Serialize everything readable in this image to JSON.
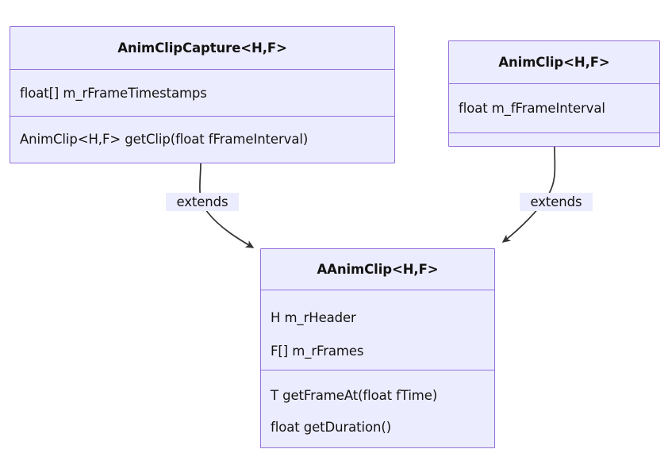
{
  "diagram": {
    "type": "uml-class-diagram",
    "background_color": "#ffffff",
    "node_fill_color": "#ECECFF",
    "node_border_color": "#9370DB",
    "text_color": "#131313",
    "edge_color": "#333333"
  },
  "classes": [
    {
      "id": "animclipcapture",
      "title": "AnimClipCapture<H,F>",
      "attributes": [
        "float[] m_rFrameTimestamps"
      ],
      "methods": [
        "AnimClip<H,F> getClip(float fFrameInterval)"
      ]
    },
    {
      "id": "animclip",
      "title": "AnimClip<H,F>",
      "attributes": [
        "float m_fFrameInterval"
      ],
      "methods": []
    },
    {
      "id": "aanimclip",
      "title": "AAnimClip<H,F>",
      "attributes": [
        "H m_rHeader",
        "F[] m_rFrames"
      ],
      "methods": [
        "T getFrameAt(float fTime)",
        "float getDuration()"
      ]
    }
  ],
  "edges": [
    {
      "id": "edge-capture-extends",
      "label": "extends",
      "from": "animclipcapture",
      "to": "aanimclip",
      "arrow": "filled-arrowhead"
    },
    {
      "id": "edge-clip-extends",
      "label": "extends",
      "from": "animclip",
      "to": "aanimclip",
      "arrow": "filled-arrowhead"
    }
  ]
}
